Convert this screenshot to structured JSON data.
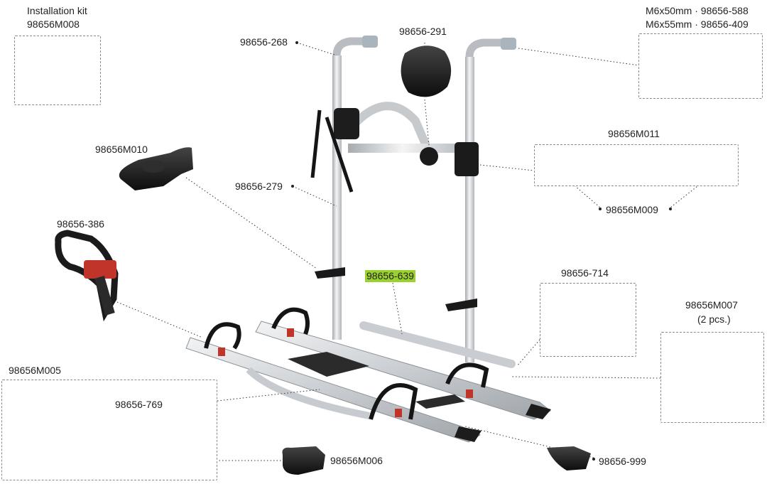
{
  "labels": {
    "installation_kit": "Installation kit",
    "kit_code": "98656M008",
    "screw_m6x50": "M6x50mm · 98656-588",
    "screw_m6x55": "M6x55mm · 98656-409",
    "p268": "98656-268",
    "p291": "98656-291",
    "m011": "98656M011",
    "m010": "98656M010",
    "p279": "98656-279",
    "m009": "98656M009",
    "p386": "98656-386",
    "p639": "98656-639",
    "p714": "98656-714",
    "m007": "98656M007",
    "m007_qty": "(2 pcs.)",
    "m005": "98656M005",
    "p769": "98656-769",
    "m006": "98656M006",
    "p999": "98656-999"
  },
  "colors": {
    "highlight": "#9bd12e",
    "frame_aluminium": "#d9dcdf",
    "plastic_black": "#1c1c1c",
    "strap_red": "#c0342a",
    "box_border": "#8a8a8a"
  }
}
